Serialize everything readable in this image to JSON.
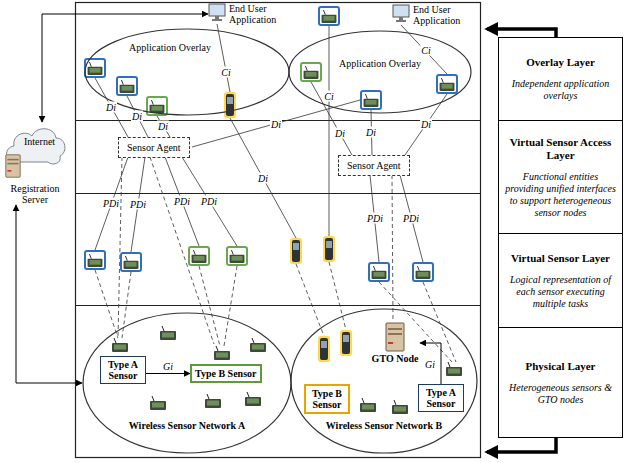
{
  "diagram": {
    "nodes": [
      {
        "text": [
          "Internet",
          "Registration Server"
        ]
      },
      {
        "text": [
          "End User Application"
        ]
      },
      {
        "text": [
          "Application Overlay"
        ]
      },
      {
        "text": [
          "End User Application"
        ]
      },
      {
        "text": [
          "Application Overlay"
        ]
      },
      {
        "text": [
          "Overlay Layer",
          "Independent application overlays"
        ]
      },
      {
        "text": [
          "Sensor Agent"
        ]
      },
      {
        "text": [
          "Sensor Agent"
        ]
      },
      {
        "text": [
          "Virtual Sensor Access Layer",
          "Functional entities providing unified interfaces to support heterogeneous sensor nodes"
        ]
      },
      {
        "text": [
          "Virtual Sensor Layer",
          "Logical representation of each sensor executing multiple tasks"
        ]
      },
      {
        "text": [
          "Physical Layer",
          "Heterogeneous sensors & GTO nodes"
        ]
      },
      {
        "text": [
          "Wireless Sensor Network A"
        ]
      },
      {
        "text": [
          "Type A Sensor"
        ],
        "in": 11
      },
      {
        "text": [
          "Type B Sensor"
        ],
        "in": 11
      },
      {
        "text": [
          "Wireless Sensor Network B"
        ]
      },
      {
        "text": [
          "GTO Node"
        ],
        "in": 14
      },
      {
        "text": [
          "Type B Sensor"
        ],
        "in": 14
      },
      {
        "text": [
          "Type A Sensor"
        ],
        "in": 14
      }
    ],
    "edges": [
      {
        "from": 0,
        "to": 1,
        "arrow": "both"
      },
      {
        "from": 0,
        "to": 11,
        "arrow": "both"
      },
      {
        "from": 12,
        "to": 13,
        "label": "Gi",
        "arrow": "to"
      },
      {
        "from": 17,
        "to": 15,
        "label": "Gi",
        "arrow": "to"
      }
    ],
    "labels": [
      "Di",
      "Di",
      "Di",
      "Ci",
      "Di",
      "Di",
      "Di",
      "Ci",
      "Di",
      "Ci",
      "Di",
      "PDi",
      "PDi",
      "PDi",
      "PDi",
      "PDi",
      "PDi"
    ]
  }
}
